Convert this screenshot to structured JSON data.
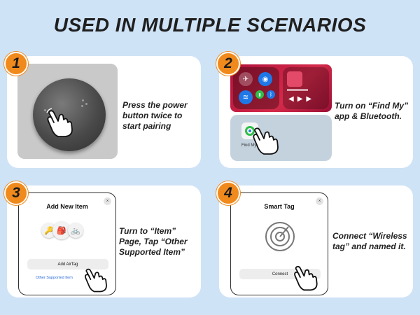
{
  "title": "USED IN MULTIPLE SCENARIOS",
  "steps": [
    {
      "number": "1",
      "caption": "Press the power button twice to start pairing"
    },
    {
      "number": "2",
      "caption": "Turn on “Find My” app & Bluetooth."
    },
    {
      "number": "3",
      "caption": "Turn to “Item” Page, Tap “Other Supported Item”"
    },
    {
      "number": "4",
      "caption": "Connect “Wireless tag” and named it."
    }
  ],
  "step2_screen": {
    "app_label": "Find My"
  },
  "step3_screen": {
    "title": "Add New Item",
    "close": "×",
    "primary_button": "Add AirTag",
    "link": "Other Supported Item",
    "item_icons": [
      "key-icon",
      "backpack-icon",
      "bicycle-icon"
    ]
  },
  "step4_screen": {
    "title": "Smart Tag",
    "close": "×",
    "button": "Connect"
  },
  "colors": {
    "background": "#cfe3f7",
    "badge": "#f08a1c",
    "card": "#ffffff",
    "link": "#2a6ad8"
  }
}
